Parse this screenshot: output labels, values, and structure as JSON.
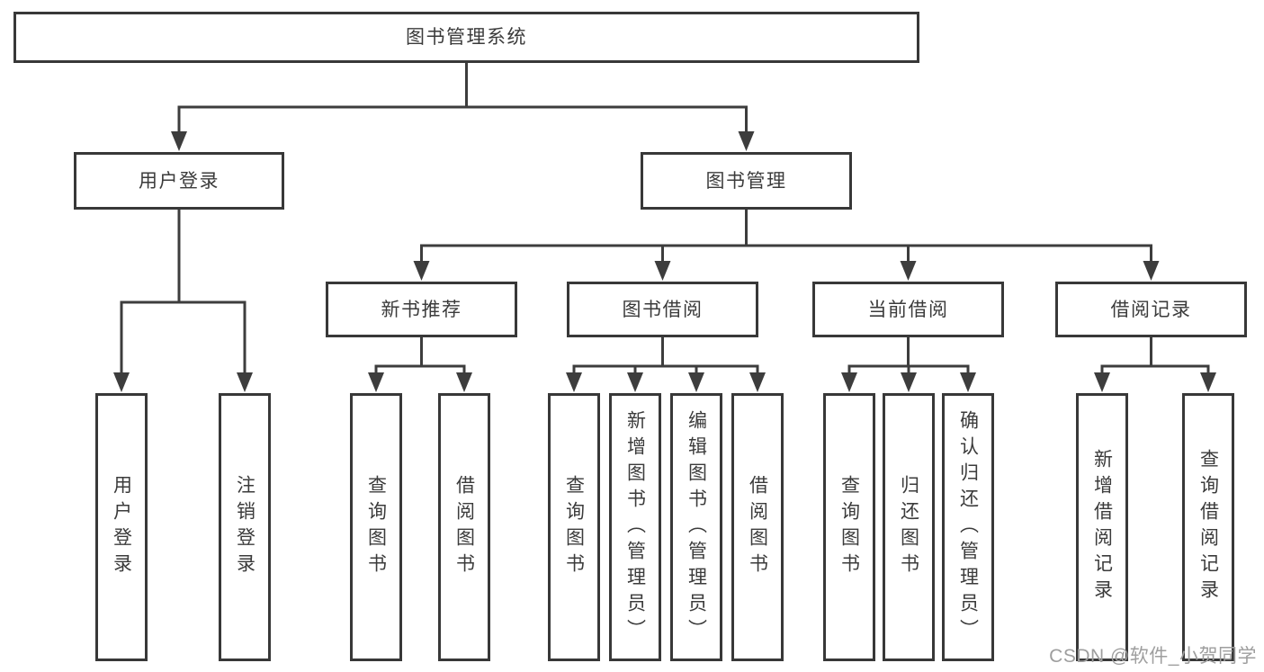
{
  "diagram_title": "图书管理系统",
  "watermark": {
    "text": "CSDN @软件_小贺同学"
  },
  "colors": {
    "background": "#ffffff",
    "border": "#383838",
    "line": "#3d3d3d",
    "text": "#3b3b3b",
    "watermark": "#9e9e9e"
  },
  "nodes": [
    {
      "id": "root",
      "label": "图书管理系统",
      "parent": null,
      "vertical": false
    },
    {
      "id": "user-login",
      "label": "用户登录",
      "parent": "root",
      "vertical": false
    },
    {
      "id": "book-mgmt",
      "label": "图书管理",
      "parent": "root",
      "vertical": false
    },
    {
      "id": "new-book-rec",
      "label": "新书推荐",
      "parent": "book-mgmt",
      "vertical": false
    },
    {
      "id": "book-borrow",
      "label": "图书借阅",
      "parent": "book-mgmt",
      "vertical": false
    },
    {
      "id": "current-borrow",
      "label": "当前借阅",
      "parent": "book-mgmt",
      "vertical": false
    },
    {
      "id": "borrow-record",
      "label": "借阅记录",
      "parent": "book-mgmt",
      "vertical": false
    },
    {
      "id": "leaf-user-login",
      "label": "用户登录",
      "parent": "user-login",
      "vertical": true
    },
    {
      "id": "leaf-logout",
      "label": "注销登录",
      "parent": "user-login",
      "vertical": true
    },
    {
      "id": "leaf-nbr-query",
      "label": "查询图书",
      "parent": "new-book-rec",
      "vertical": true
    },
    {
      "id": "leaf-nbr-borrow",
      "label": "借阅图书",
      "parent": "new-book-rec",
      "vertical": true
    },
    {
      "id": "leaf-bb-query",
      "label": "查询图书",
      "parent": "book-borrow",
      "vertical": true
    },
    {
      "id": "leaf-bb-add",
      "label": "新增图书（管理员）",
      "parent": "book-borrow",
      "vertical": true
    },
    {
      "id": "leaf-bb-edit",
      "label": "编辑图书（管理员）",
      "parent": "book-borrow",
      "vertical": true
    },
    {
      "id": "leaf-bb-borrow",
      "label": "借阅图书",
      "parent": "book-borrow",
      "vertical": true
    },
    {
      "id": "leaf-cb-query",
      "label": "查询图书",
      "parent": "current-borrow",
      "vertical": true
    },
    {
      "id": "leaf-cb-return",
      "label": "归还图书",
      "parent": "current-borrow",
      "vertical": true
    },
    {
      "id": "leaf-cb-confirm",
      "label": "确认归还（管理员）",
      "parent": "current-borrow",
      "vertical": true
    },
    {
      "id": "leaf-br-add",
      "label": "新增借阅记录",
      "parent": "borrow-record",
      "vertical": true
    },
    {
      "id": "leaf-br-query",
      "label": "查询借阅记录",
      "parent": "borrow-record",
      "vertical": true
    }
  ]
}
